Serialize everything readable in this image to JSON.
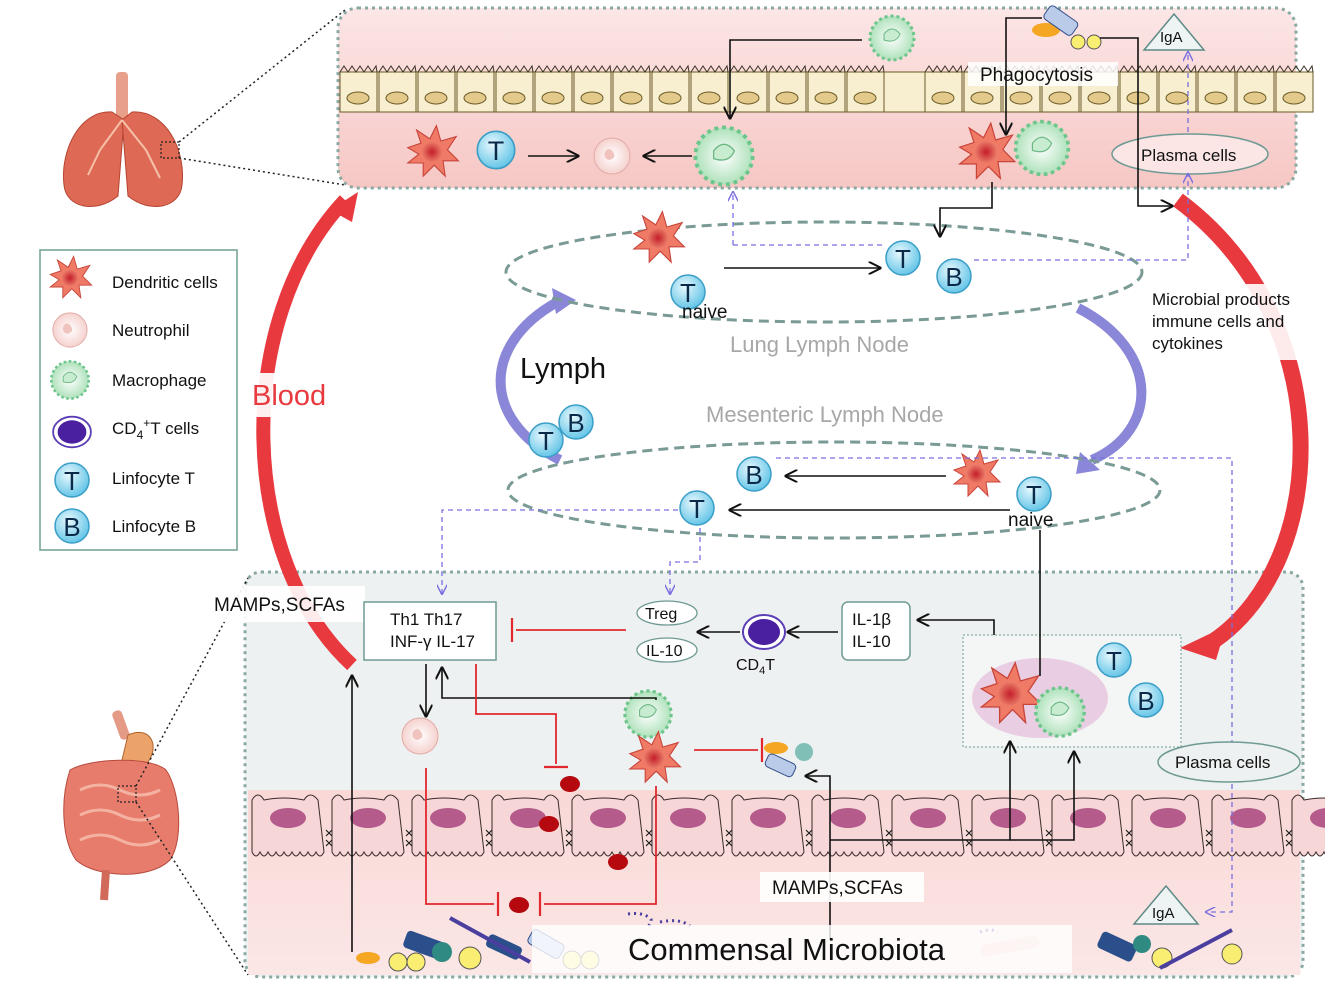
{
  "labels": {
    "phagocytosis": "Phagocytosis",
    "plasma_cells_top": "Plasma cells",
    "plasma_cells_bottom": "Plasma cells",
    "iga_top": "IgA",
    "iga_bottom": "IgA",
    "naive_lung": "naive",
    "naive_mes": "naive",
    "lung_lymph_node": "Lung  Lymph Node",
    "mesenteric_lymph_node": "Mesenteric  Lymph Node",
    "lymph": "Lymph",
    "blood": "Blood",
    "microbial_products": [
      "Microbial products",
      "immune cells and",
      "cytokines"
    ],
    "mamps_left": "MAMPs,SCFAs",
    "mamps_bottom": "MAMPs,SCFAs",
    "th_box": [
      "Th1 Th17",
      "INF-γ IL-17"
    ],
    "treg": "Treg",
    "il10": "IL-10",
    "il_box": [
      "IL-1β",
      "IL-10"
    ],
    "cd4t_main": "CD",
    "cd4t_sub": "4",
    "cd4t_tail": "T",
    "commensal": "Commensal Microbiota",
    "cell_t": "T",
    "cell_b": "B"
  },
  "legend": [
    {
      "icon": "dendritic-cell-icon",
      "label": "Dendritic cells"
    },
    {
      "icon": "neutrophil-icon",
      "label": "Neutrophil"
    },
    {
      "icon": "macrophage-icon",
      "label": "Macrophage"
    },
    {
      "icon": "cd4-t-cell-icon",
      "label": "CD",
      "sub": "4",
      "sup": "+",
      "tail": "T cells"
    },
    {
      "icon": "lymphocyte-t-icon",
      "label": "Linfocyte T"
    },
    {
      "icon": "lymphocyte-b-icon",
      "label": "Linfocyte B"
    }
  ],
  "colors": {
    "blood_arrow": "#e8393f",
    "lymph_arrow": "#8a86d8",
    "inhibit": "#e0282d",
    "tissue": "#fbe3e1",
    "epithelium": "#f7eed0",
    "node_border": "#7a9a96"
  }
}
